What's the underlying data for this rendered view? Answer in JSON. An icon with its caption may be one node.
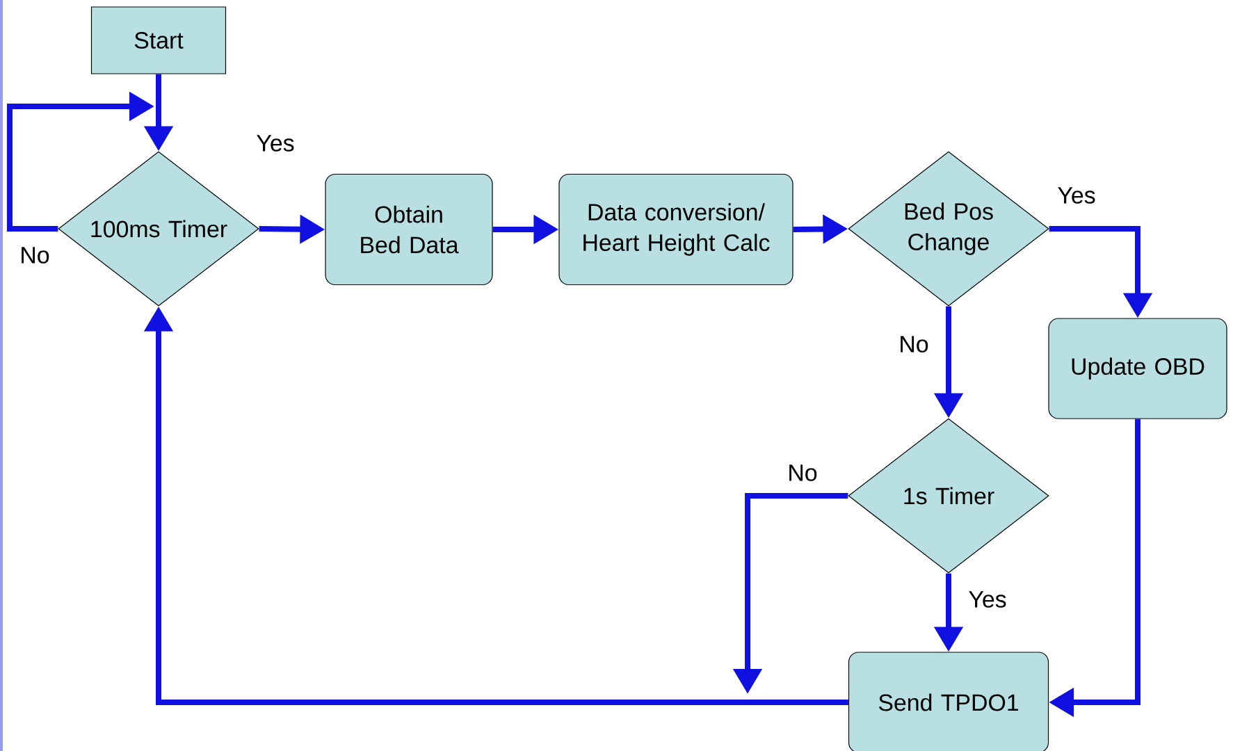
{
  "diagram": {
    "nodes": [
      {
        "text": [
          "Start"
        ]
      },
      {
        "text": [
          "100ms Timer"
        ]
      },
      {
        "text": [
          "Obtain Bed Data"
        ]
      },
      {
        "text": [
          "Data conversion/ Heart Height Calc"
        ]
      },
      {
        "text": [
          "Bed Pos Change"
        ]
      },
      {
        "text": [
          "Update OBD"
        ]
      },
      {
        "text": [
          "1s Timer"
        ]
      },
      {
        "text": [
          "Send TPDO1"
        ]
      }
    ],
    "edges": [
      {
        "from": 0,
        "to": 1,
        "arrow": "to"
      },
      {
        "from": 1,
        "to": null,
        "arrow": "to",
        "label": "No"
      },
      {
        "from": 1,
        "to": 2,
        "arrow": "to",
        "label": "Yes"
      },
      {
        "from": 2,
        "to": 3,
        "arrow": "to"
      },
      {
        "from": 3,
        "to": 4,
        "arrow": "to"
      },
      {
        "from": 4,
        "to": 5,
        "arrow": "to",
        "label": "Yes"
      },
      {
        "from": 4,
        "to": 6,
        "arrow": "to",
        "label": "No"
      },
      {
        "from": 6,
        "to": 7,
        "arrow": "to",
        "label": "Yes"
      },
      {
        "from": 6,
        "to": null,
        "arrow": "to",
        "label": "No"
      },
      {
        "from": 5,
        "to": 7,
        "arrow": "to"
      },
      {
        "from": 7,
        "to": 1,
        "arrow": "to"
      }
    ]
  }
}
